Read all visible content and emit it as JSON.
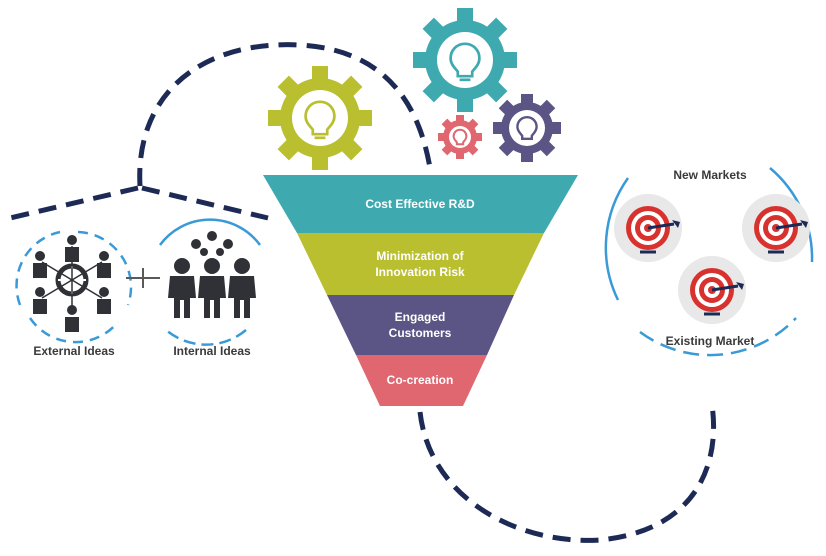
{
  "funnel": {
    "stage1": "Cost Effective R&D",
    "stage2": "Minimization of\nInnovation Risk",
    "stage3": "Engaged\nCustomers",
    "stage4": "Co-creation"
  },
  "left": {
    "external_label": "External Ideas",
    "internal_label": "Internal Ideas"
  },
  "right": {
    "new_markets_label": "New Markets",
    "existing_market_label": "Existing Market"
  },
  "colors": {
    "teal": "#3eaab0",
    "olive": "#b9bf2e",
    "purple": "#5a5584",
    "coral": "#e06670",
    "navy": "#1c2a55",
    "blue_accent": "#3a9ad8",
    "dark_icon": "#2f3136",
    "target_red": "#d8322f",
    "target_bg": "#e8e8e8"
  },
  "icons": [
    "lightbulb-gear-olive",
    "lightbulb-gear-teal",
    "lightbulb-gear-coral",
    "lightbulb-gear-purple",
    "network-icon",
    "team-icon",
    "target-icon"
  ]
}
